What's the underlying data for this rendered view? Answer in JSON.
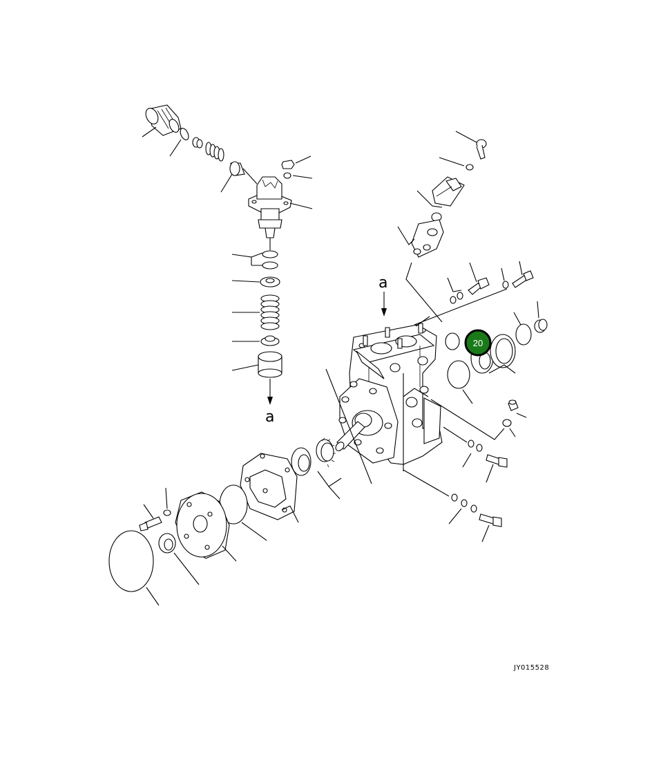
{
  "diagram": {
    "view_label_top": "a",
    "view_label_bottom": "a",
    "highlighted_callout": {
      "number": "20",
      "fill_color": "#1a7a1a",
      "ring_color": "#000000"
    },
    "drawing_number": "JY015528"
  }
}
